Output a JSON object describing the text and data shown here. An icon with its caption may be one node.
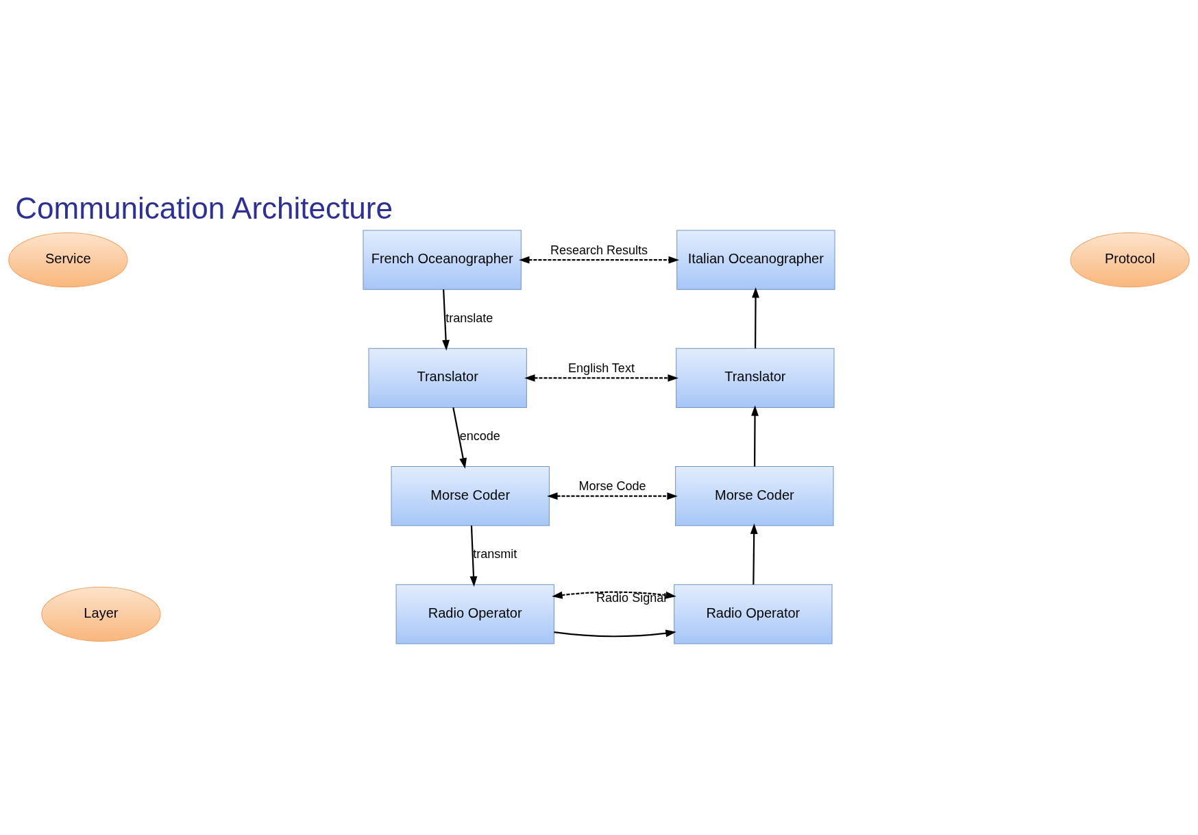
{
  "diagram": {
    "title": "Communication Architecture",
    "nodes": [
      {
        "text": [
          "French Oceanographer"
        ]
      },
      {
        "text": [
          "Translator"
        ]
      },
      {
        "text": [
          "Morse Coder"
        ]
      },
      {
        "text": [
          "Radio Operator"
        ]
      },
      {
        "text": [
          "Italian Oceanographer"
        ]
      },
      {
        "text": [
          "Translator"
        ]
      },
      {
        "text": [
          "Morse Coder"
        ]
      },
      {
        "text": [
          "Radio Operator"
        ]
      },
      {
        "text": [
          "Protocol"
        ]
      },
      {
        "text": [
          "Service"
        ]
      },
      {
        "text": [
          "Layer"
        ]
      }
    ],
    "edges": [
      {
        "from": 0,
        "to": 1,
        "arrow": "to",
        "label": "translate"
      },
      {
        "from": 1,
        "to": 2,
        "arrow": "to",
        "label": "encode"
      },
      {
        "from": 2,
        "to": 3,
        "arrow": "to",
        "label": "transmit"
      },
      {
        "from": 3,
        "to": 7,
        "arrow": "to"
      },
      {
        "from": 7,
        "to": 6,
        "arrow": "to"
      },
      {
        "from": 6,
        "to": 5,
        "arrow": "to"
      },
      {
        "from": 5,
        "to": 4,
        "arrow": "to"
      },
      {
        "from": 0,
        "to": 4,
        "arrow": "both",
        "style": "dashed",
        "label": "Research Results"
      },
      {
        "from": 1,
        "to": 5,
        "arrow": "both",
        "style": "dashed",
        "label": "English Text"
      },
      {
        "from": 2,
        "to": 6,
        "arrow": "both",
        "style": "dashed",
        "label": "Morse Code"
      },
      {
        "from": 3,
        "to": 7,
        "arrow": "both",
        "style": "dashed",
        "label": "Radio Signal"
      }
    ]
  }
}
